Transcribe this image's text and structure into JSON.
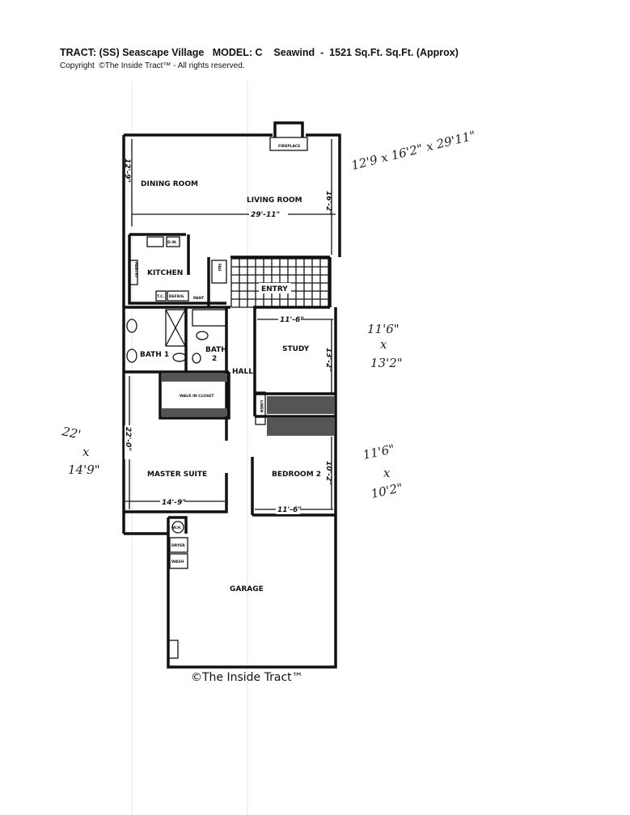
{
  "header": {
    "title": "TRACT: (SS) Seascape Village   MODEL: C    Seawind  -  1521 Sq.Ft. Sq.Ft. (Approx)",
    "copyright": "Copyright  ©The Inside Tract™ - All rights reserved."
  },
  "rooms": {
    "dining": "DINING ROOM",
    "living": "LIVING ROOM",
    "kitchen": "KITCHEN",
    "entry": "ENTRY",
    "bath1": "BATH 1",
    "bath2a": "BATH",
    "bath2b": "2",
    "hall": "HALL",
    "study": "STUDY",
    "closet": "WALK IN CLOSET",
    "master": "MASTER SUITE",
    "bedroom2": "BEDROOM 2",
    "garage": "GARAGE"
  },
  "fixtures": {
    "fireplace": "FIREPLACE",
    "dw": "D.W.",
    "pantry": "PANTRY",
    "refrig": "REFRIG",
    "pant": "PANT",
    "tc": "T.C.",
    "fau": "FAU",
    "linen": "LINEN",
    "wh": "W.H.",
    "dryer": "DRYER",
    "wash": "WASH"
  },
  "dimensions": {
    "dining_h": "12'-9\"",
    "living_w": "29'-11\"",
    "living_h": "16'-2\"",
    "study_w": "11'-6\"",
    "study_h": "13'-2\"",
    "master_h": "22'-0\"",
    "master_w": "14'-9\"",
    "bed2_w": "11'-6\"",
    "bed2_h": "10'-2\""
  },
  "handwritten": {
    "living": "12'9 x 16'2\" x 29'11\"",
    "study_a": "11'6\"",
    "study_x": "x",
    "study_b": "13'2\"",
    "master_a": "22'",
    "master_x": "x",
    "master_b": "14'9\"",
    "bed2_a": "11'6\"",
    "bed2_x": "x",
    "bed2_b": "10'2\""
  },
  "footer": "©The Inside Tract™"
}
